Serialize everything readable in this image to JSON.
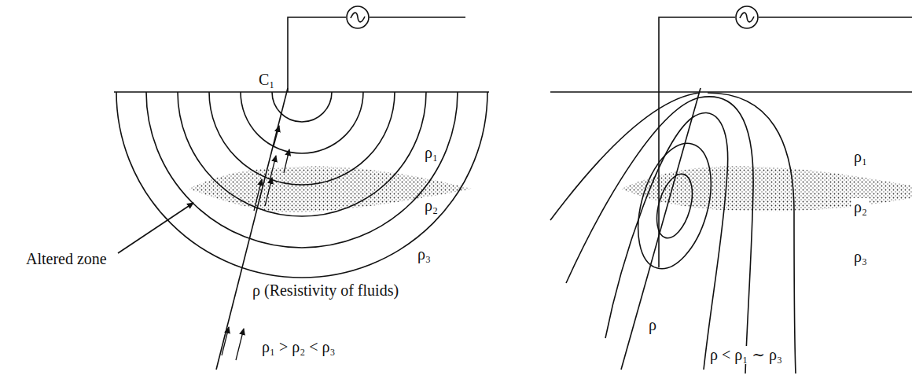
{
  "diagram": {
    "labels": [
      "C₁",
      "ρ₁",
      "ρ₂",
      "ρ₃",
      "Altered zone",
      "ρ (Resistivity of fluids)",
      "ρ₁ > ρ₂ < ρ₃",
      "ρ₁",
      "ρ₂",
      "ρ₃",
      "ρ",
      "ρ < ρ₁ ∼ ρ₃"
    ]
  }
}
